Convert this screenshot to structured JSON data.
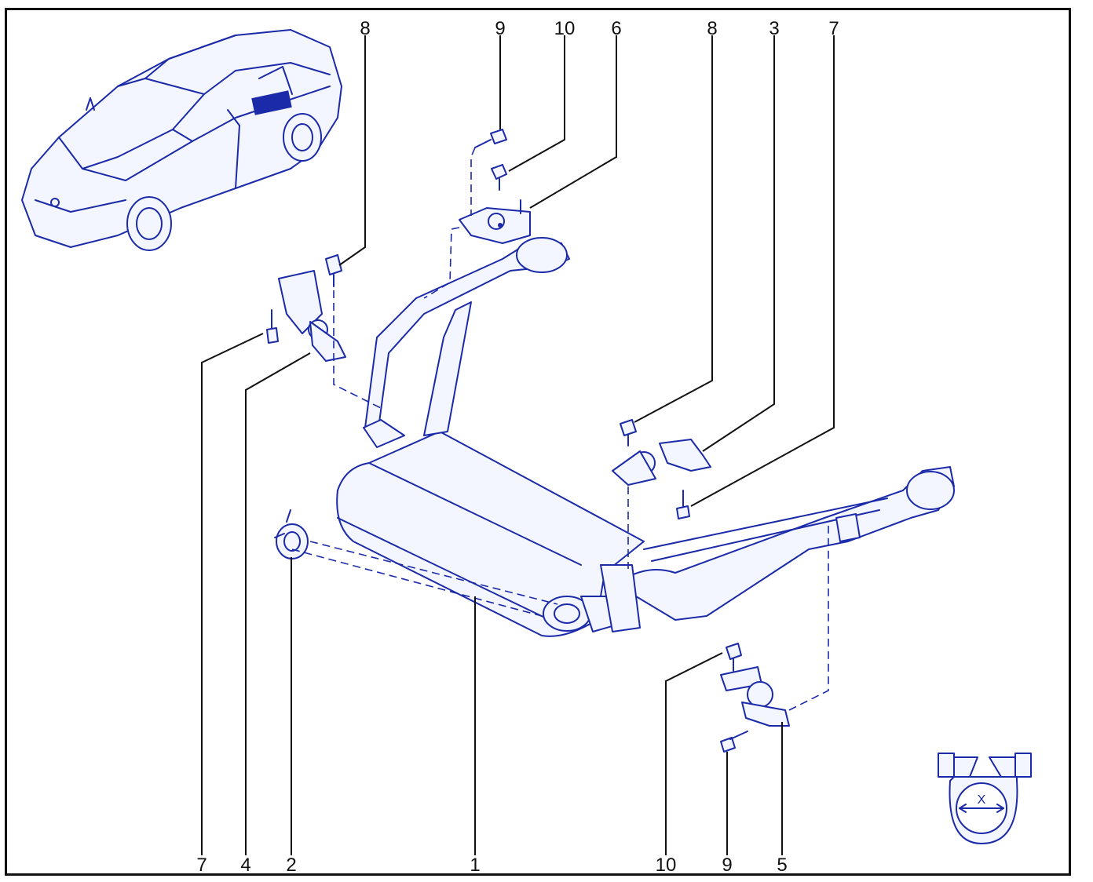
{
  "colors": {
    "line": "#1a2aa8",
    "text": "#111111",
    "background": "#ffffff"
  },
  "callouts_top": [
    "8",
    "9",
    "10",
    "6",
    "8",
    "3",
    "7"
  ],
  "callouts_bottom": [
    "7",
    "4",
    "2",
    "1",
    "10",
    "9",
    "5"
  ],
  "inset_dimension_label": "X"
}
